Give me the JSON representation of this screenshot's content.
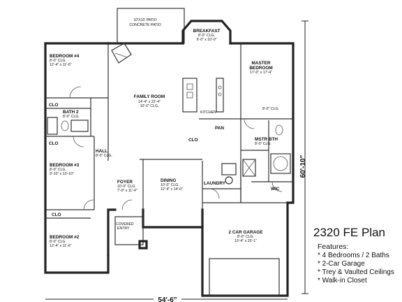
{
  "plan": {
    "title": "2320 FE Plan",
    "features_heading": "Features:",
    "features": [
      "* 4 Bedrooms / 2 Baths",
      "* 2-Car Garage",
      "* Trey & Vaulted Ceilings",
      "* Walk-in Closet"
    ],
    "dimensions": {
      "depth": "60'-10\"",
      "width": "54'-6\""
    },
    "patio_label": "10'X10' PATIO",
    "patio_sub": "CONCRETE PATIO",
    "rooms": {
      "breakfast": {
        "name": "BREAKFAST",
        "ceiling": "8'-0\" CLG.",
        "size": "9'-0\" x 10'-0\""
      },
      "bedroom4": {
        "name": "BEDROOM #4",
        "ceiling": "8'-0\" CLG.",
        "size": "12'-4\" x 11'-6\""
      },
      "family": {
        "name": "FAMILY ROOM",
        "size": "14'-4\" x 22'-4\"",
        "ceiling": "10'-0\" CLG."
      },
      "master": {
        "name": "MASTER",
        "name2": "BEDROOM",
        "size": "17'-0\" x 17'-4\"",
        "ceiling": "8'-0\" CLG."
      },
      "bath2": {
        "name": "BATH 2",
        "ceiling": "8'-0\" CLG."
      },
      "kitchen": {
        "name": "KITCHEN"
      },
      "pan": {
        "name": "PAN"
      },
      "mstr_bth": {
        "name": "MSTR BTH",
        "ceiling": "8'-0\" CLG."
      },
      "hall": {
        "name": "HALL",
        "ceiling": "8'-0\" CLG."
      },
      "bedroom3": {
        "name": "BEDROOM #3",
        "ceiling": "8'-0\" CLG.",
        "size": "9'-10\" x 13'-10\""
      },
      "foyer": {
        "name": "FOYER",
        "ceiling": "10'-0\" CLG.",
        "size": "7'-0\" x 11'-4\""
      },
      "dining": {
        "name": "DINING",
        "ceiling": "10'-0\" CLG.",
        "size": "12'-4\" x 14'-0\""
      },
      "laundry": {
        "name": "LAUNDRY"
      },
      "wic": {
        "name": "WIC"
      },
      "bedroom2": {
        "name": "BEDROOM #2",
        "ceiling": "8'-0\" CLG.",
        "size": "12'-4\" x 11'-6\""
      },
      "covered_entry": {
        "name": "COVERED",
        "name2": "ENTRY"
      },
      "garage": {
        "name": "2 CAR GARAGE",
        "ceiling": "8'-0\" CLG.",
        "size": "19'-4\" x 20'-1\""
      }
    },
    "closets": {
      "clo_top": "CLO",
      "clo_mid": "CLO",
      "clo_b3": "CLO",
      "clo_kitchen": "CLO"
    }
  }
}
